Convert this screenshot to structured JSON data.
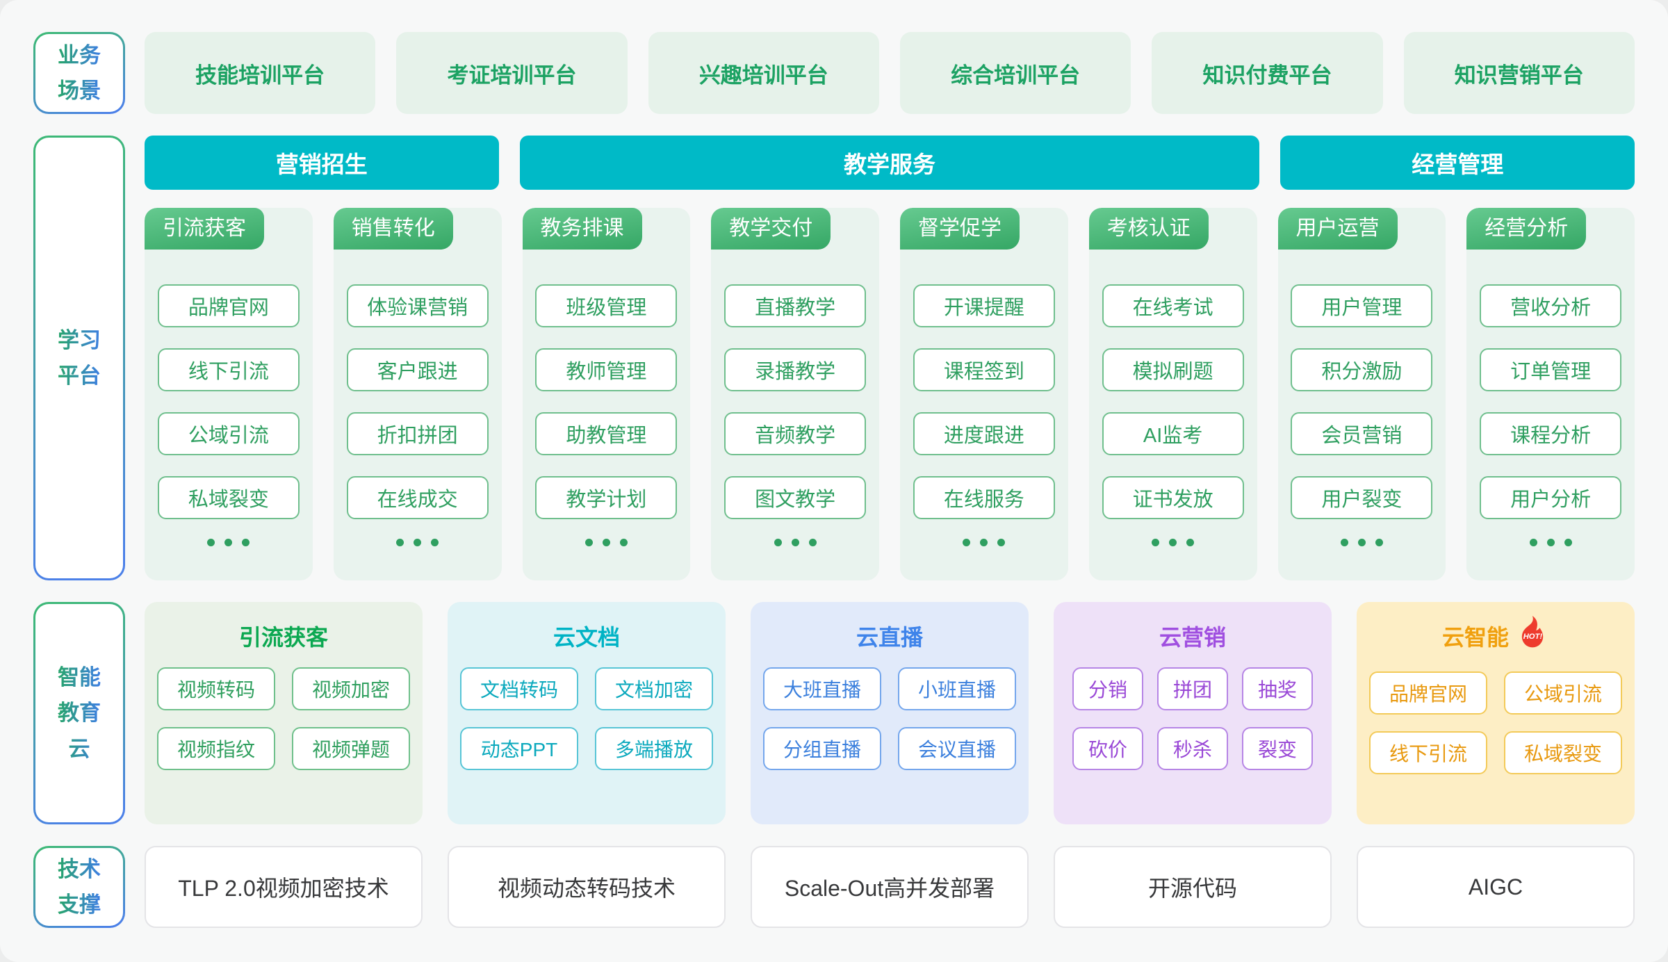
{
  "business": {
    "label": "业务\n场景",
    "items": [
      "技能培训平台",
      "考证培训平台",
      "兴趣培训平台",
      "综合培训平台",
      "知识付费平台",
      "知识营销平台"
    ]
  },
  "learning": {
    "label": "学习\n平台",
    "headers": [
      "营销招生",
      "教学服务",
      "经营管理"
    ],
    "columns": [
      {
        "tab": "引流获客",
        "items": [
          "品牌官网",
          "线下引流",
          "公域引流",
          "私域裂变"
        ]
      },
      {
        "tab": "销售转化",
        "items": [
          "体验课营销",
          "客户跟进",
          "折扣拼团",
          "在线成交"
        ]
      },
      {
        "tab": "教务排课",
        "items": [
          "班级管理",
          "教师管理",
          "助教管理",
          "教学计划"
        ]
      },
      {
        "tab": "教学交付",
        "items": [
          "直播教学",
          "录播教学",
          "音频教学",
          "图文教学"
        ]
      },
      {
        "tab": "督学促学",
        "items": [
          "开课提醒",
          "课程签到",
          "进度跟进",
          "在线服务"
        ]
      },
      {
        "tab": "考核认证",
        "items": [
          "在线考试",
          "模拟刷题",
          "AI监考",
          "证书发放"
        ]
      },
      {
        "tab": "用户运营",
        "items": [
          "用户管理",
          "积分激励",
          "会员营销",
          "用户裂变"
        ]
      },
      {
        "tab": "经营分析",
        "items": [
          "营收分析",
          "订单管理",
          "课程分析",
          "用户分析"
        ]
      }
    ]
  },
  "cloud": {
    "label": "智能\n教育\n云",
    "cards": [
      {
        "title": "引流获客",
        "theme": "green",
        "items": [
          "视频转码",
          "视频加密",
          "视频指纹",
          "视频弹题"
        ]
      },
      {
        "title": "云文档",
        "theme": "cyan",
        "items": [
          "文档转码",
          "文档加密",
          "动态PPT",
          "多端播放"
        ]
      },
      {
        "title": "云直播",
        "theme": "blue",
        "items": [
          "大班直播",
          "小班直播",
          "分组直播",
          "会议直播"
        ]
      },
      {
        "title": "云营销",
        "theme": "purple",
        "items": [
          "分销",
          "拼团",
          "抽奖",
          "砍价",
          "秒杀",
          "裂变"
        ]
      },
      {
        "title": "云智能",
        "theme": "yellow",
        "badge": "HOT!",
        "items": [
          "品牌官网",
          "公域引流",
          "线下引流",
          "私域裂变"
        ]
      }
    ]
  },
  "tech": {
    "label": "技术\n支撑",
    "items": [
      "TLP 2.0视频加密技术",
      "视频动态转码技术",
      "Scale-Out高并发部署",
      "开源代码",
      "AIGC"
    ]
  },
  "palette": {
    "stage_header_teal": "#00bac7",
    "column_tab_gradient": [
      "#66ca90",
      "#35a765"
    ],
    "pill_green": "#2f9f60",
    "business_text_green": "#1ca263",
    "cloud_green_title": "#0ca851",
    "cloud_cyan_title": "#00b3c5",
    "cloud_blue_title": "#3f84ea",
    "cloud_purple_title": "#a04fe0",
    "cloud_yellow_title": "#f0a00f",
    "hot_flame_red": "#ee3b2d",
    "sidebar_gradient": [
      "#3db878",
      "#4b80e8"
    ]
  }
}
